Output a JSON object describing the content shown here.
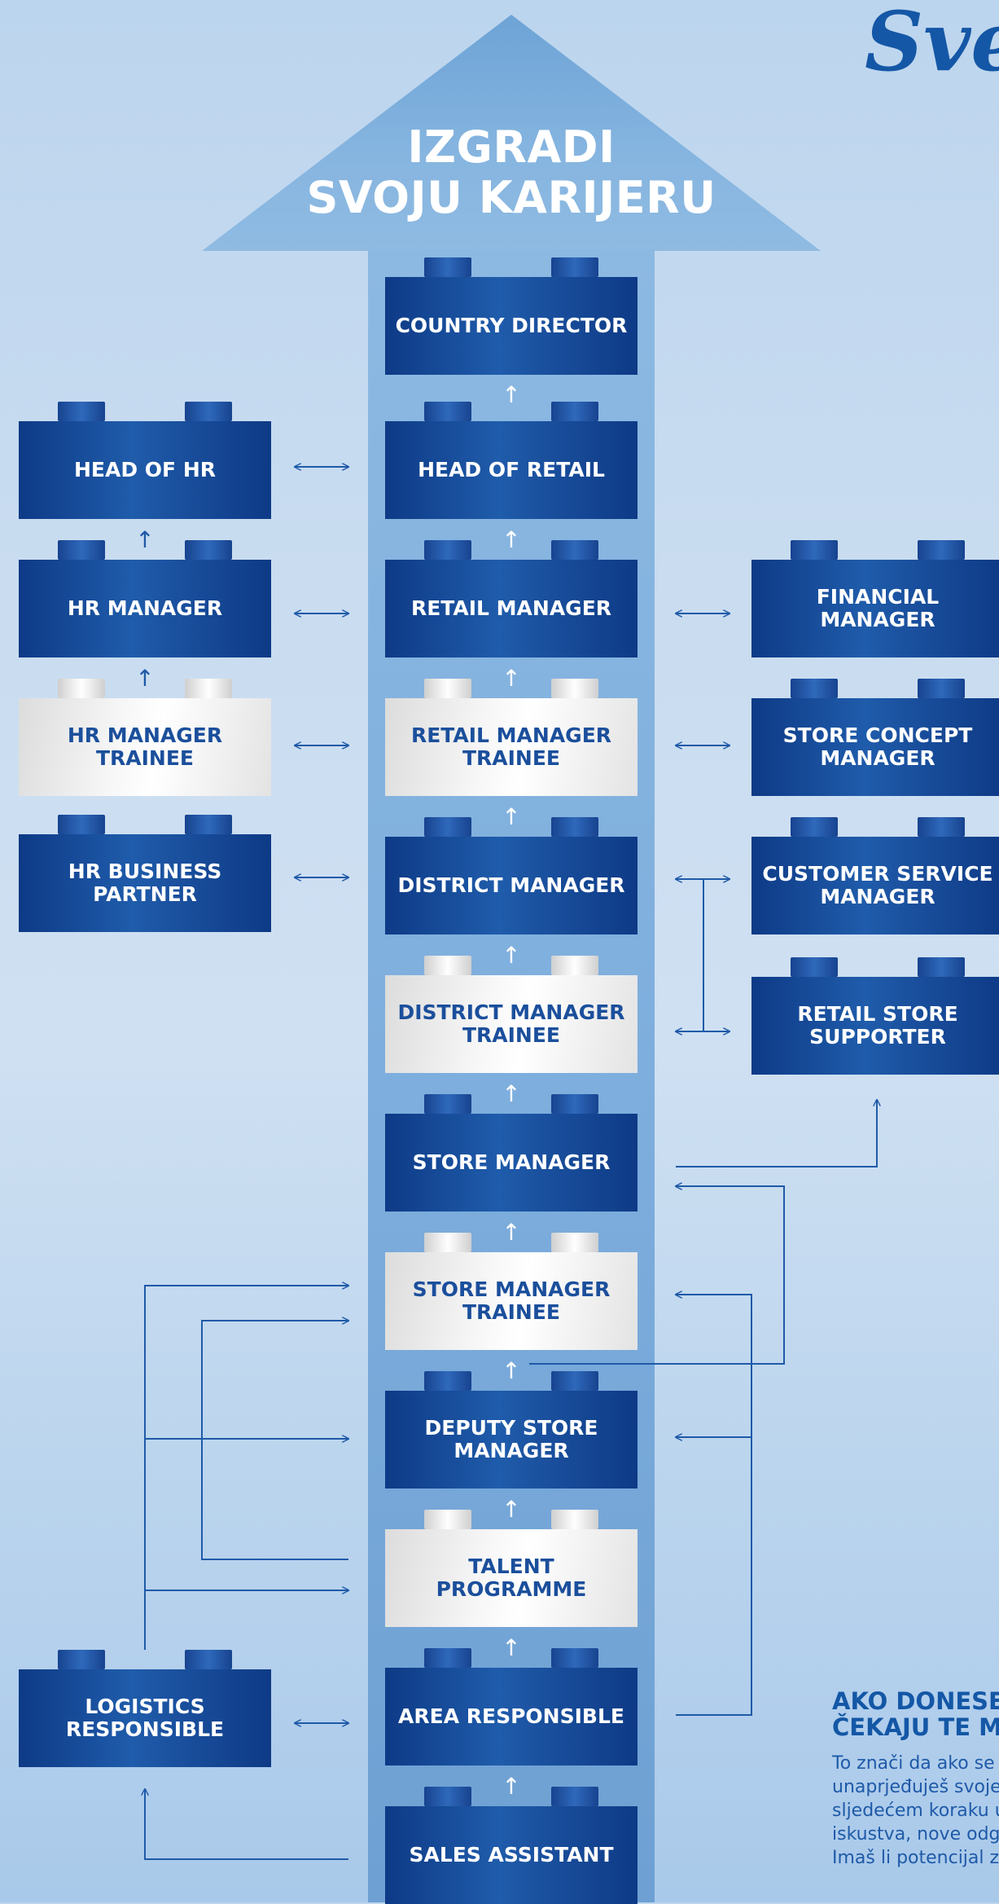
{
  "brand": {
    "text": "Sve"
  },
  "title": {
    "line1": "IZGRADI",
    "line2": "SVOJU KARIJERU"
  },
  "center": {
    "country_director": "COUNTRY DIRECTOR",
    "head_of_retail": "HEAD OF RETAIL",
    "retail_manager": "RETAIL MANAGER",
    "retail_manager_trainee": "RETAIL MANAGER TRAINEE",
    "district_manager": "DISTRICT MANAGER",
    "district_manager_trainee": "DISTRICT MANAGER TRAINEE",
    "store_manager": "STORE MANAGER",
    "store_manager_trainee": "STORE MANAGER TRAINEE",
    "deputy_store_manager": "DEPUTY STORE MANAGER",
    "talent_programme": "TALENT PROGRAMME",
    "area_responsible": "AREA RESPONSIBLE",
    "sales_assistant": "SALES ASSISTANT"
  },
  "left": {
    "head_of_hr": "HEAD OF HR",
    "hr_manager": "HR MANAGER",
    "hr_manager_trainee": "HR MANAGER TRAINEE",
    "hr_business_partner": "HR BUSINESS PARTNER",
    "logistics_responsible": "LOGISTICS RESPONSIBLE"
  },
  "right": {
    "financial_manager": "FINANCIAL MANAGER",
    "store_concept_manager": "STORE CONCEPT MANAGER",
    "customer_service_manager": "CUSTOMER SERVICE MANAGER",
    "retail_store_supporter": "RETAIL STORE SUPPORTER"
  },
  "cta": {
    "title_line1": "AKO DONESE",
    "title_line2": "ČEKAJU TE M",
    "body": [
      "To znači da ako se s",
      "unaprjeđuješ svoje",
      "sljedećem koraku u",
      "iskustva, nove odgo",
      "Imaš li potencijal za"
    ]
  },
  "colors": {
    "block_blue": "#1b52a0",
    "block_white": "#f7f7f7",
    "line": "#1f5aa8",
    "arrow": "#7eaedd"
  }
}
